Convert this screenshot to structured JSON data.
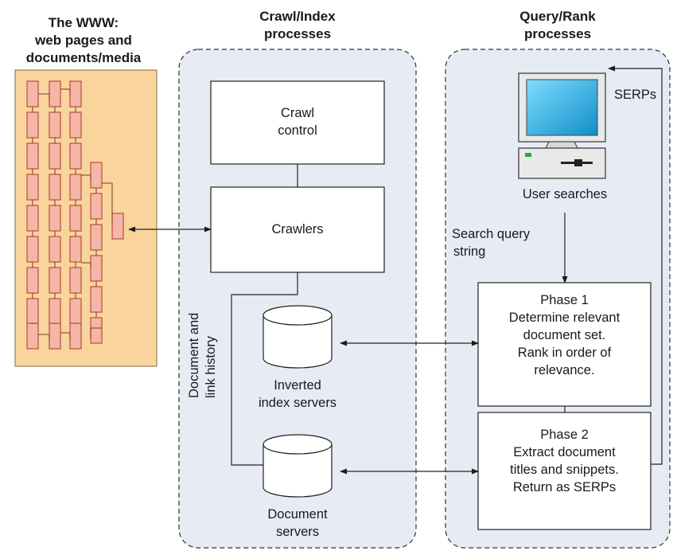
{
  "headings": {
    "www": [
      "The WWW:",
      "web pages and",
      "documents/media"
    ],
    "crawl_index": [
      "Crawl/Index",
      "processes"
    ],
    "query_rank": [
      "Query/Rank",
      "processes"
    ]
  },
  "nodes": {
    "crawl_control": [
      "Crawl",
      "control"
    ],
    "crawlers": "Crawlers",
    "inverted_index": [
      "Inverted",
      "index servers"
    ],
    "document_servers": [
      "Document",
      "servers"
    ],
    "user_searches": "User searches",
    "phase1": [
      "Phase 1",
      "Determine relevant",
      "document set.",
      "Rank in order of",
      "relevance."
    ],
    "phase2": [
      "Phase 2",
      "Extract document",
      "titles and snippets.",
      "Return as SERPs"
    ]
  },
  "edge_labels": {
    "serps": "SERPs",
    "search_query": [
      "Search query",
      "string"
    ],
    "doc_link_history": [
      "Document and",
      "link history"
    ]
  },
  "colors": {
    "panel_fill": "#e7ebf3",
    "www_fill": "#f9d49c",
    "page_fill": "#f5b6a8",
    "page_stroke": "#b8503e",
    "screen": "#1aa8dc"
  }
}
